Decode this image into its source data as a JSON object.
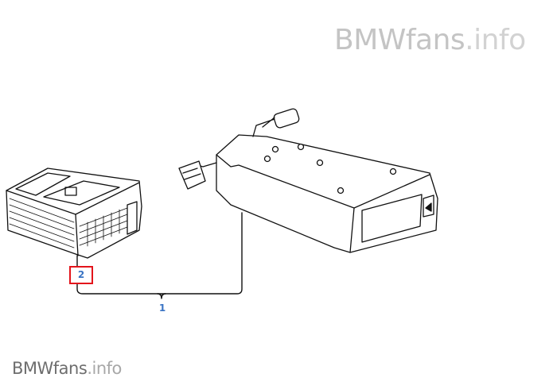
{
  "watermark_top": {
    "brand": "BMWfans",
    "suffix": ".info"
  },
  "watermark_bottom": {
    "brand": "BMWfans",
    "suffix": ".info"
  },
  "callouts": [
    {
      "label": "1",
      "highlighted": false
    },
    {
      "label": "2",
      "highlighted": true
    }
  ],
  "colors": {
    "callout_text": "#3a74c4",
    "highlight_border": "#e3141b"
  }
}
